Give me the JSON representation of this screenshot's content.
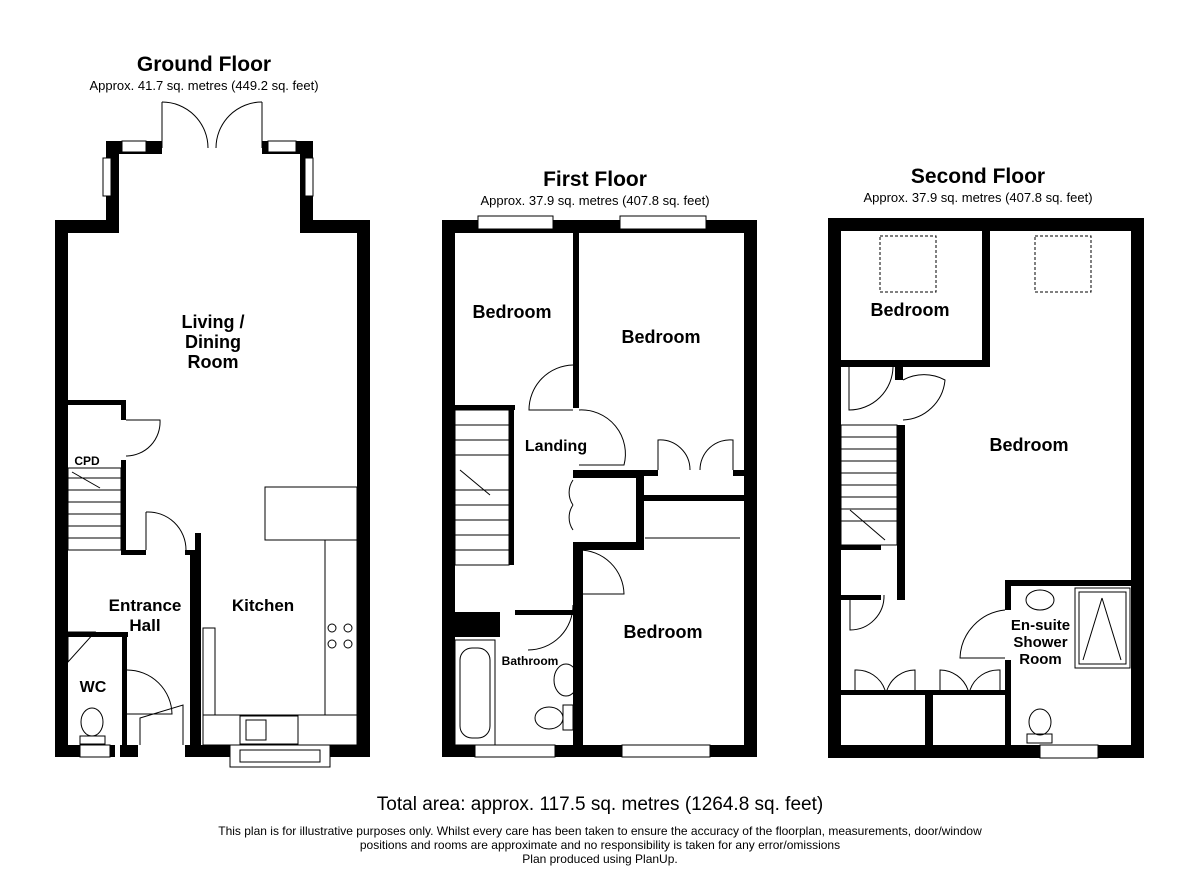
{
  "floors": [
    {
      "title": "Ground Floor",
      "area": "Approx. 41.7 sq. metres (449.2 sq. feet)",
      "rooms": {
        "living": "Living /\nDining\nRoom",
        "cpd": "CPD",
        "entrance": "Entrance\nHall",
        "kitchen": "Kitchen",
        "wc": "WC"
      }
    },
    {
      "title": "First Floor",
      "area": "Approx. 37.9 sq. metres (407.8 sq. feet)",
      "rooms": {
        "bedroom_left": "Bedroom",
        "bedroom_right": "Bedroom",
        "landing": "Landing",
        "bedroom_bottom": "Bedroom",
        "bathroom": "Bathroom"
      }
    },
    {
      "title": "Second Floor",
      "area": "Approx. 37.9 sq. metres (407.8 sq. feet)",
      "rooms": {
        "bedroom_small": "Bedroom",
        "bedroom_main": "Bedroom",
        "ensuite": "En-suite\nShower\nRoom"
      }
    }
  ],
  "footer": {
    "total": "Total area: approx. 117.5 sq. metres (1264.8 sq. feet)",
    "disclaimer_1": "This plan is for illustrative purposes only. Whilst every care has been taken to ensure the accuracy of the floorplan, measurements, door/window",
    "disclaimer_2": "positions and rooms are approximate and no responsibility is taken for any error/omissions",
    "produced": "Plan produced using PlanUp."
  },
  "colors": {
    "wall": "#000000",
    "background": "#ffffff",
    "fixture": "#666666"
  }
}
